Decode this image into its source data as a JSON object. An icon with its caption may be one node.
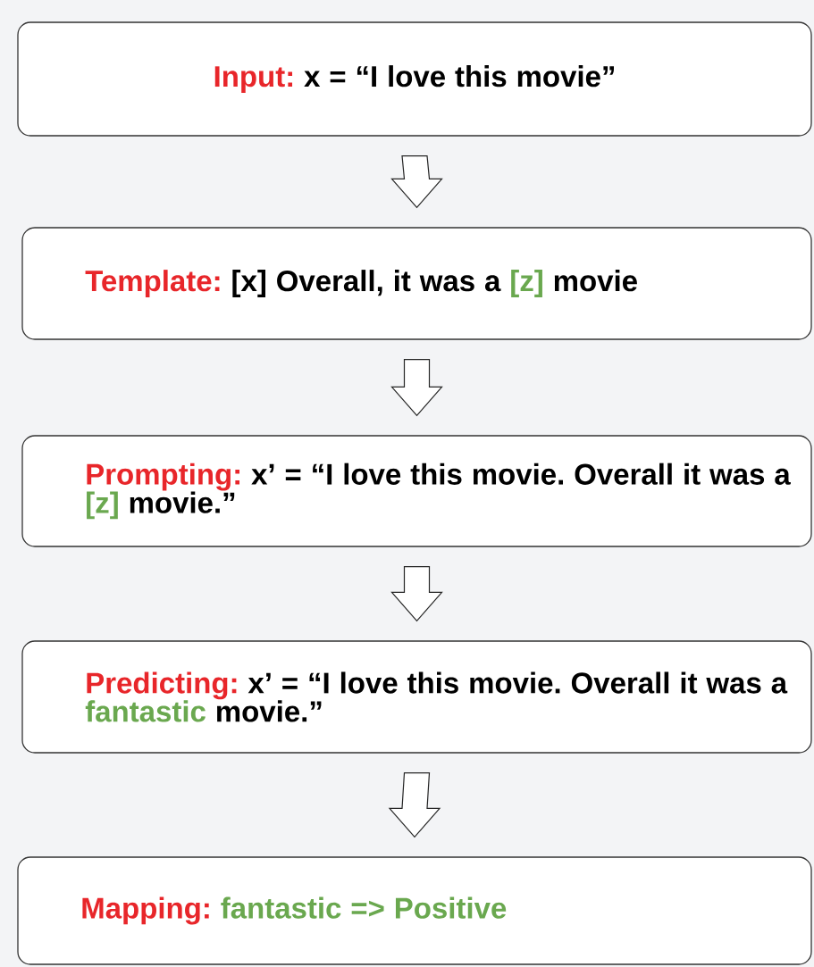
{
  "diagram": {
    "nodes": [
      {
        "text": [
          "Input:",
          "x = “I love this movie”"
        ]
      },
      {
        "text": [
          "Template:",
          "[x] Overall, it was a",
          "[z]",
          "movie"
        ]
      },
      {
        "text": [
          "Prompting:",
          "x’ = “I love this movie. Overall it was a",
          "[z]",
          "movie.”"
        ]
      },
      {
        "text": [
          "Predicting:",
          "x’ = “I love this movie. Overall it was a",
          "fantastic",
          "movie.”"
        ]
      },
      {
        "text": [
          "Mapping:",
          "fantastic => Positive"
        ]
      }
    ],
    "edges": [
      {
        "from": 0,
        "to": 1,
        "arrow": "to"
      },
      {
        "from": 1,
        "to": 2,
        "arrow": "to"
      },
      {
        "from": 2,
        "to": 3,
        "arrow": "to"
      },
      {
        "from": 3,
        "to": 4,
        "arrow": "to"
      }
    ]
  }
}
